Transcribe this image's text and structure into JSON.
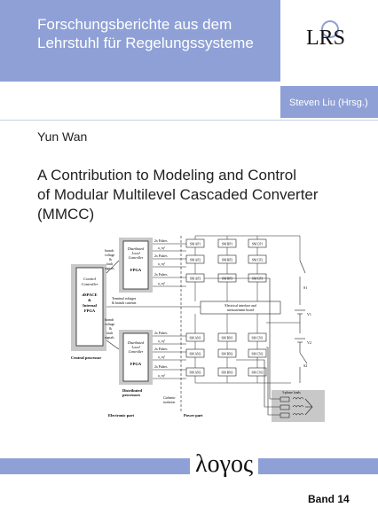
{
  "cover": {
    "series_line1": "Forschungsberichte aus dem",
    "series_line2": "Lehrstuhl für Regelungssysteme",
    "logo_text": "LRS",
    "editor": "Steven Liu (Hrsg.)",
    "author": "Yun Wan",
    "title_line1": "A Contribution to Modeling and Control",
    "title_line2": "of Modular Multilevel Cascaded Converter",
    "title_line3": "(MMCC)",
    "publisher": "λογος",
    "volume": "Band 14"
  },
  "figure": {
    "central_controller": [
      "Control",
      "Controller",
      "dSPACE",
      "&",
      "Internal",
      "FPGA"
    ],
    "central_processor": "Central processor",
    "local_controller": [
      "Distributed",
      "Local",
      "Controller"
    ],
    "fpga": "FPGA",
    "distributed_processors": [
      "Distributed",
      "processors"
    ],
    "branch_signals": [
      "branch",
      "voltage",
      "&",
      "fault",
      "signals"
    ],
    "pulses": "2x Pulses",
    "uref": "u_ref",
    "terminal": [
      "Terminal voltages",
      "& branch currents"
    ],
    "interface_board": [
      "Electrical interface and",
      "measurement board"
    ],
    "galvanic": [
      "Galvanic",
      "isolation"
    ],
    "electronic_part": "Electronic part",
    "power_part": "Power part",
    "loads": "3-phase loads",
    "switches": [
      "S1",
      "S2"
    ],
    "sources": [
      "V1",
      "V2"
    ],
    "sm_ap": [
      "SM AP1",
      "SM AP2",
      "SM AP3"
    ],
    "sm_bp": [
      "SM BP1",
      "SM BP2",
      "SM BP3"
    ],
    "sm_cp": [
      "SM CP1",
      "SM CP2",
      "SM CP3"
    ],
    "sm_an": [
      "SM AN1",
      "SM AN2",
      "SM AN3"
    ],
    "sm_bn": [
      "SM BN1",
      "SM BN2",
      "SM BN3"
    ],
    "sm_cn": [
      "SM CN1",
      "SM CN2",
      "SM CN3"
    ]
  }
}
